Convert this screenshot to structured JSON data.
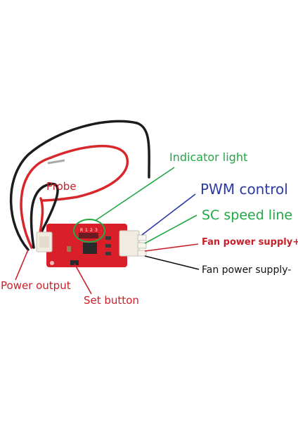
{
  "labels": {
    "indicator_light": {
      "text": "Indicator light",
      "color": "#22a845"
    },
    "probe": {
      "text": "Probe",
      "color": "#c8202a"
    },
    "pwm_control": {
      "text": "PWM control",
      "color": "#2b3aa8"
    },
    "sc_speed_line": {
      "text": "SC speed line",
      "color": "#22a845"
    },
    "fan_power_plus": {
      "text": "Fan power supply+",
      "color": "#c8202a"
    },
    "fan_power_minus": {
      "text": "Fan power supply-",
      "color": "#111111"
    },
    "power_output": {
      "text": "Power output",
      "color": "#c8202a"
    },
    "set_button": {
      "text": "Set button",
      "color": "#c8202a"
    }
  },
  "board": {
    "led_labels": [
      "R",
      "1",
      "2",
      "3"
    ],
    "pcb_color": "#d91f2a",
    "connector_color": "#f1ece2"
  },
  "wire_colors": {
    "red": "#d8272b",
    "black": "#1c1c1c"
  }
}
